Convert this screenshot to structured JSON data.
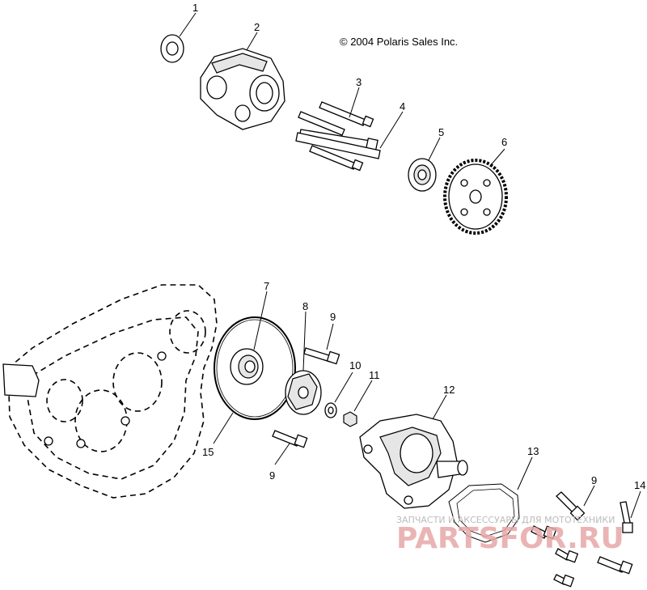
{
  "copyright": "© 2004 Polaris Sales Inc.",
  "callouts": [
    "1",
    "2",
    "3",
    "4",
    "5",
    "6",
    "7",
    "8",
    "9",
    "10",
    "11",
    "12",
    "13",
    "9",
    "15",
    "9",
    "14"
  ],
  "watermark": {
    "line1": "ЗАПЧАСТИ И АКСЕССУАРЫ ДЛЯ МОТОТЕХНИКИ",
    "line2": "PARTSFOR.RU"
  }
}
